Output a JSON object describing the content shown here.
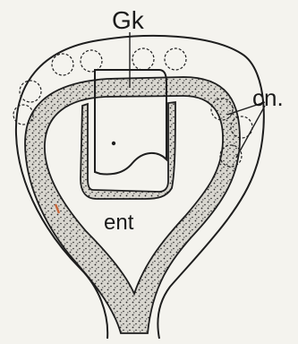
{
  "labels": {
    "gk": "Gk",
    "cn": "cn.",
    "ent": "ent"
  },
  "colors": {
    "paper": "#f4f3ee",
    "ink": "#1e1e1e",
    "stipple_fill": "#d8d6cf",
    "stipple_dot": "#2a2a2a",
    "stain": "#c8663a"
  }
}
